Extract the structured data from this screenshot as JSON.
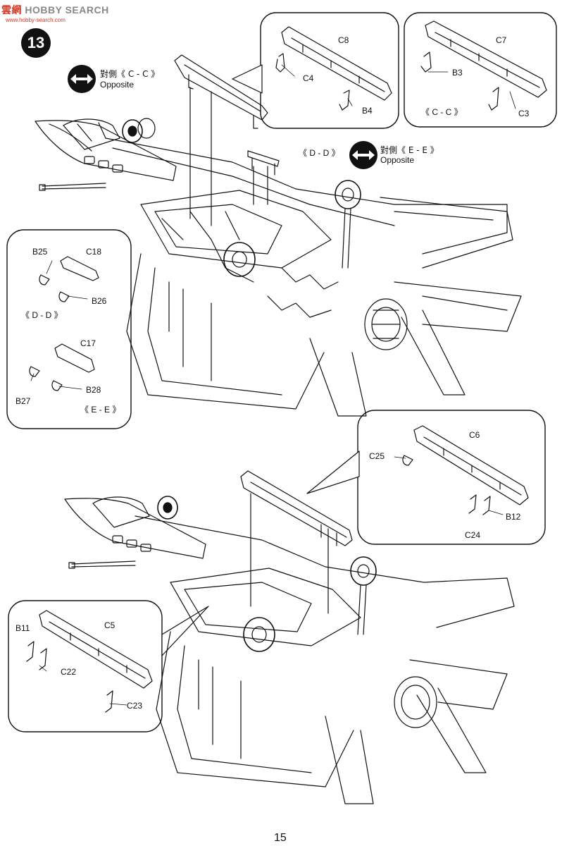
{
  "watermark": {
    "brand_cn": "雲",
    "brand_cn2": "網",
    "brand_en": "HOBBY SEARCH",
    "url": "www.hobby-search.com"
  },
  "step_number": "13",
  "callouts": {
    "top_left": {
      "cn": "對側《 C - C 》",
      "en": "Opposite"
    },
    "top_mid": {
      "ref": "《 D - D 》",
      "cn": "對側《 E - E 》",
      "en": "Opposite"
    }
  },
  "inset_c8": {
    "part_main": "C8",
    "p1": "C4",
    "p2": "B4"
  },
  "inset_c7": {
    "part_main": "C7",
    "p1": "B3",
    "p2": "C3",
    "caption": "《 C - C 》"
  },
  "inset_left": {
    "a_main": "C18",
    "a1": "B25",
    "a2": "B26",
    "a_caption": "《 D - D 》",
    "b_main": "C17",
    "b1": "B27",
    "b2": "B28",
    "b_caption": "《 E - E 》"
  },
  "inset_c6": {
    "part_main": "C6",
    "p1": "C25",
    "p2": "B12",
    "p3": "C24"
  },
  "inset_c5": {
    "part_main": "C5",
    "p1": "B11",
    "p2": "C22",
    "p3": "C23"
  },
  "page_number": "15"
}
